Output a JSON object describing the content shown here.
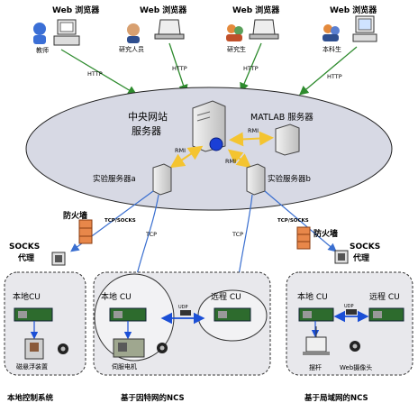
{
  "browsers": [
    {
      "title": "Web 浏览器",
      "user": "教师"
    },
    {
      "title": "Web 浏览器",
      "user": "研究人员"
    },
    {
      "title": "Web 浏览器",
      "user": "研究生"
    },
    {
      "title": "Web 浏览器",
      "user": "本科生"
    }
  ],
  "protocols": {
    "http": "HTTP",
    "rmi": "RMI",
    "tcp": "TCP",
    "socket": "TCP/SOCKS",
    "udp": "UDP"
  },
  "center": {
    "web_server_line1": "中央网站",
    "web_server_line2": "服务器",
    "matlab_server": "MATLAB 服务器"
  },
  "exp_servers": {
    "a": "实验服务器a",
    "b": "实验服务器b"
  },
  "firewall": "防火墙",
  "socks_line1": "SOCKS",
  "socks_line2": "代理",
  "cu": {
    "local": "本地 CU",
    "local_left": "本地CU",
    "remote": "远程 CU"
  },
  "devices": {
    "maglev": "磁悬浮装置",
    "motor": "伺服电机",
    "pendulum": "摆杆",
    "camera": "Web摄像头"
  },
  "systems": {
    "local": "本地控制系统",
    "internet": "基于因特网的NCS",
    "lan": "基于局域网的NCS"
  },
  "colors": {
    "ellipse": "#d7d9e4",
    "arrow_green": "#2e8b2e",
    "arrow_blue": "#3a6fd0",
    "arrow_yellow": "#f4c430",
    "box_border": "#555555"
  }
}
